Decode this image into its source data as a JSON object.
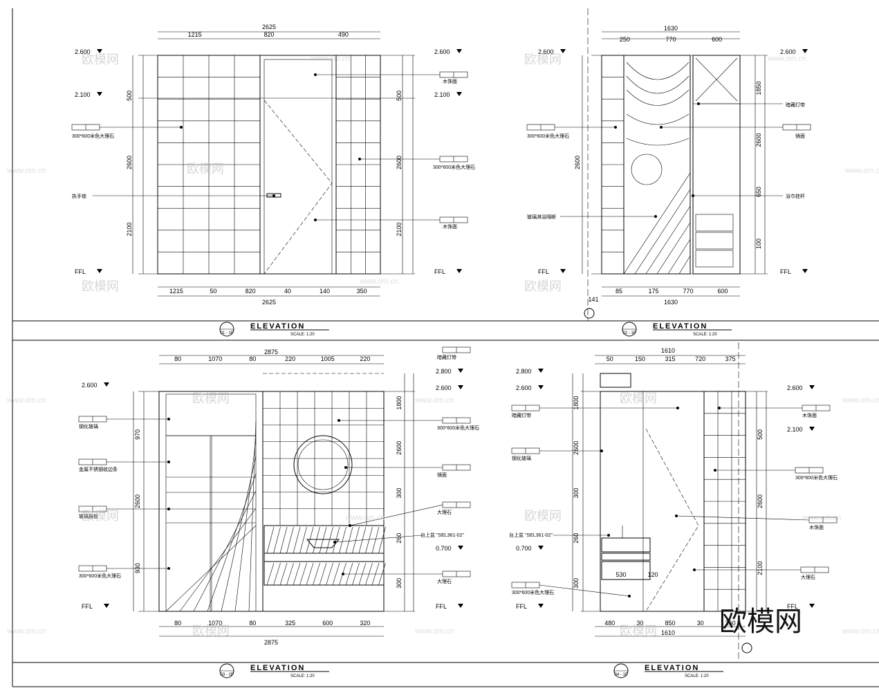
{
  "drawing": {
    "panels": [
      {
        "id": "panel-1",
        "tag": "01 - 1F",
        "title": "ELEVATION",
        "scale": "SCALE: 1:20",
        "top_dims": [
          "1215",
          "820",
          "490"
        ],
        "top_total": "2625",
        "bottom_dims": [
          "1215",
          "50",
          "820",
          "40",
          "140",
          "350"
        ],
        "bottom_total": "2625",
        "levels_left": [
          "2.600",
          "2.100",
          "FFL"
        ],
        "levels_right": [
          "2.600",
          "2.100",
          "FFL"
        ],
        "vert_dims_left": [
          "500",
          "2600",
          "2100"
        ],
        "vert_dims_right": [
          "500",
          "2600",
          "2100"
        ],
        "labels_left": [
          "300*600米色大理石",
          "执手锁"
        ],
        "labels_right": [
          "木饰面",
          "300*600米色大理石",
          "木饰面"
        ]
      },
      {
        "id": "panel-2",
        "tag": "02 - 1F",
        "title": "ELEVATION",
        "scale": "SCALE: 1:20",
        "top_dims": [
          "250",
          "770",
          "600"
        ],
        "top_total": "1630",
        "bottom_dims": [
          "85",
          "175",
          "770",
          "600"
        ],
        "bottom_total": "1630",
        "extra_dim": "141",
        "levels_left": [
          "2.600",
          "FFL"
        ],
        "levels_right": [
          "2.600",
          "FFL"
        ],
        "vert_dims_left": [
          "2600"
        ],
        "vert_dims_right": [
          "1850",
          "2600",
          "650",
          "100"
        ],
        "labels_left": [
          "300*600米色大理石",
          "玻璃淋浴隔断"
        ],
        "labels_right": [
          "暗藏灯带",
          "镜面",
          "浴巾挂杆"
        ]
      },
      {
        "id": "panel-3",
        "tag": "03 - 1F",
        "title": "ELEVATION",
        "scale": "SCALE: 1:20",
        "top_dims": [
          "80",
          "1070",
          "80",
          "220",
          "1005",
          "220"
        ],
        "top_total": "2875",
        "bottom_dims": [
          "80",
          "1070",
          "80",
          "325",
          "600",
          "320"
        ],
        "bottom_total": "2875",
        "levels_left": [
          "2.600",
          "FFL"
        ],
        "levels_right": [
          "2.800",
          "2.600",
          "0.700",
          "FFL"
        ],
        "vert_dims_left": [
          "970",
          "2600",
          "930"
        ],
        "vert_dims_right": [
          "1800",
          "2600",
          "300",
          "260",
          "300"
        ],
        "labels_left": [
          "钢化玻璃",
          "金属不锈钢收边条",
          "玻璃层板",
          "300*600米色大理石"
        ],
        "labels_right": [
          "暗藏灯带",
          "300*600米色大理石",
          "镜面",
          "大理石",
          "台上盆 \"SEL361-02\"",
          "大理石"
        ]
      },
      {
        "id": "panel-4",
        "tag": "04 - 1F",
        "title": "ELEVATION",
        "scale": "SCALE: 1:20",
        "top_dims": [
          "50",
          "150",
          "315",
          "720",
          "375"
        ],
        "top_total": "1610",
        "bottom_dims": [
          "480",
          "30",
          "850",
          "30",
          "360"
        ],
        "bottom_total": "1610",
        "inner_dims": [
          "530",
          "120"
        ],
        "levels_left": [
          "2.800",
          "2.600",
          "0.700",
          "FFL"
        ],
        "levels_right": [
          "2.600",
          "2.100",
          "FFL"
        ],
        "vert_dims_left": [
          "1800",
          "2600",
          "300",
          "260",
          "300"
        ],
        "vert_dims_right": [
          "500",
          "2600",
          "2100"
        ],
        "labels_left": [
          "暗藏灯带",
          "钢化玻璃",
          "台上盆 \"SEL361-02\"",
          "300*600米色大理石"
        ],
        "labels_right": [
          "木饰面",
          "300*600米色大理石",
          "木饰面",
          "大理石"
        ]
      }
    ],
    "watermarks": [
      "欧模网",
      "www.om.cn"
    ],
    "brand_logo": "欧模网"
  }
}
